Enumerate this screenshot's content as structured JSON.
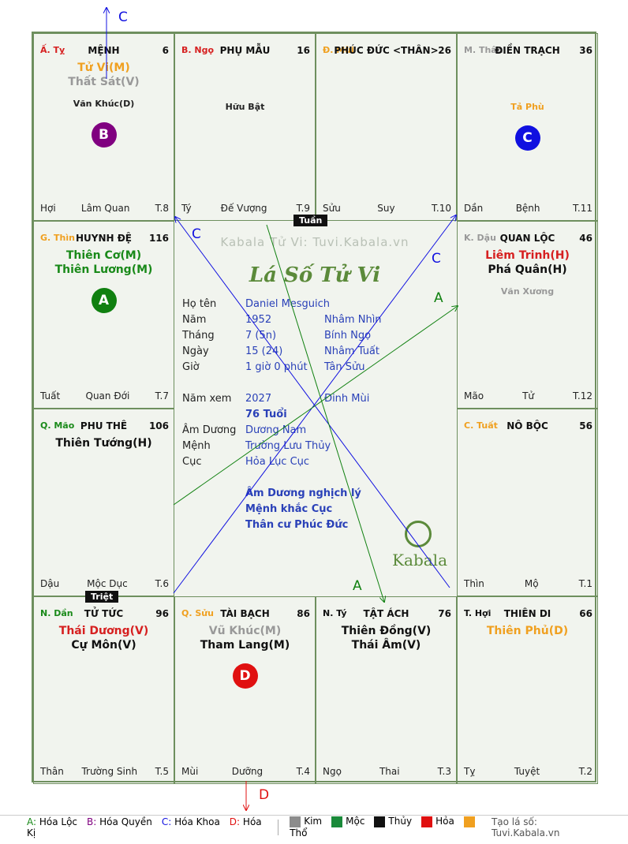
{
  "palaces": [
    {
      "can": "Ấ. Tỵ",
      "can_color": "#d62020",
      "name": "MỆNH",
      "num": "6",
      "stars": [
        {
          "t": "Tử Vi(M)",
          "c": "#f0a020"
        },
        {
          "t": "Thất Sát(V)",
          "c": "#999999"
        }
      ],
      "minor": "Văn Khúc(D)",
      "minor_color": "#222222",
      "badge": "B",
      "badge_color": "#800080",
      "foot": [
        "Hợi",
        "Lâm Quan",
        "T.8"
      ]
    },
    {
      "can": "B. Ngọ",
      "can_color": "#d62020",
      "name": "PHỤ MẪU",
      "num": "16",
      "stars": [],
      "minor": "Hữu Bật",
      "minor_color": "#222222",
      "badge": "",
      "badge_color": "",
      "foot": [
        "Tý",
        "Đế Vượng",
        "T.9"
      ]
    },
    {
      "can": "Đ. Mùi",
      "can_color": "#f0a020",
      "name": "PHÚC ĐỨC <THÂN>",
      "num": "26",
      "stars": [],
      "minor": "",
      "minor_color": "#222222",
      "badge": "",
      "badge_color": "",
      "foot": [
        "Sửu",
        "Suy",
        "T.10"
      ]
    },
    {
      "can": "M. Thân",
      "can_color": "#999999",
      "name": "ĐIỀN TRẠCH",
      "num": "36",
      "stars": [],
      "minor": "Tả Phù",
      "minor_color": "#f0a020",
      "badge": "C",
      "badge_color": "#1010e0",
      "foot": [
        "Dần",
        "Bệnh",
        "T.11"
      ]
    },
    {
      "can": "G. Thìn",
      "can_color": "#f0a020",
      "name": "HUYNH ĐỆ",
      "num": "116",
      "stars": [
        {
          "t": "Thiên Cơ(M)",
          "c": "#1a8a1a"
        },
        {
          "t": "Thiên Lương(M)",
          "c": "#1a8a1a"
        }
      ],
      "minor": "",
      "minor_color": "#222222",
      "badge": "A",
      "badge_color": "#108010",
      "foot": [
        "Tuất",
        "Quan Đới",
        "T.7"
      ]
    },
    {
      "can": "K. Dậu",
      "can_color": "#999999",
      "name": "QUAN LỘC",
      "num": "46",
      "stars": [
        {
          "t": "Liêm Trinh(H)",
          "c": "#d62020"
        },
        {
          "t": "Phá Quân(H)",
          "c": "#111111"
        }
      ],
      "minor": "Văn Xương",
      "minor_color": "#999999",
      "badge": "",
      "badge_color": "",
      "foot": [
        "Mão",
        "Tử",
        "T.12"
      ]
    },
    {
      "can": "Q. Mão",
      "can_color": "#1a8a1a",
      "name": "PHU THÊ",
      "num": "106",
      "stars": [
        {
          "t": "Thiên Tướng(H)",
          "c": "#111111"
        }
      ],
      "minor": "",
      "minor_color": "#222222",
      "badge": "",
      "badge_color": "",
      "foot": [
        "Dậu",
        "Mộc Dục",
        "T.6"
      ]
    },
    {
      "can": "C. Tuất",
      "can_color": "#f0a020",
      "name": "NÔ BỘC",
      "num": "56",
      "stars": [],
      "minor": "",
      "minor_color": "#222222",
      "badge": "",
      "badge_color": "",
      "foot": [
        "Thìn",
        "Mộ",
        "T.1"
      ]
    },
    {
      "can": "N. Dần",
      "can_color": "#1a8a1a",
      "name": "TỬ TỨC",
      "num": "96",
      "stars": [
        {
          "t": "Thái Dương(V)",
          "c": "#d62020"
        },
        {
          "t": "Cự Môn(V)",
          "c": "#111111"
        }
      ],
      "minor": "",
      "minor_color": "#222222",
      "badge": "",
      "badge_color": "",
      "foot": [
        "Thân",
        "Trường Sinh",
        "T.5"
      ]
    },
    {
      "can": "Q. Sửu",
      "can_color": "#f0a020",
      "name": "TÀI BẠCH",
      "num": "86",
      "stars": [
        {
          "t": "Vũ Khúc(M)",
          "c": "#999999"
        },
        {
          "t": "Tham Lang(M)",
          "c": "#111111"
        }
      ],
      "minor": "",
      "minor_color": "#222222",
      "badge": "D",
      "badge_color": "#e01010",
      "foot": [
        "Mùi",
        "Dưỡng",
        "T.4"
      ]
    },
    {
      "can": "N. Tý",
      "can_color": "#111111",
      "name": "TẬT ÁCH",
      "num": "76",
      "stars": [
        {
          "t": "Thiên Đồng(V)",
          "c": "#111111"
        },
        {
          "t": "Thái Âm(V)",
          "c": "#111111"
        }
      ],
      "minor": "",
      "minor_color": "#222222",
      "badge": "",
      "badge_color": "",
      "foot": [
        "Ngọ",
        "Thai",
        "T.3"
      ]
    },
    {
      "can": "T. Hợi",
      "can_color": "#111111",
      "name": "THIÊN DI",
      "num": "66",
      "stars": [
        {
          "t": "Thiên Phủ(D)",
          "c": "#f0a020"
        }
      ],
      "minor": "",
      "minor_color": "#222222",
      "badge": "",
      "badge_color": "",
      "foot": [
        "Tỵ",
        "Tuyệt",
        "T.2"
      ]
    }
  ],
  "tags": {
    "tuan": "Tuần",
    "triet": "Triệt"
  },
  "center": {
    "watermark": "Kabala Tử Vi: Tuvi.Kabala.vn",
    "title": "Lá Số Tử Vi",
    "rows": [
      {
        "label": "Họ tên",
        "v1": "Daniel Mesguich",
        "v2": ""
      },
      {
        "label": "Năm",
        "v1": "1952",
        "v2": "Nhâm Nhìn"
      },
      {
        "label": "Tháng",
        "v1": "7  (5n)",
        "v2": "Bính Ngọ"
      },
      {
        "label": "Ngày",
        "v1": "15  (24)",
        "v2": "Nhâm Tuất"
      },
      {
        "label": "Giờ",
        "v1": "1 giờ 0 phút",
        "v2": "Tân Sửu"
      },
      {
        "label": "",
        "v1": "",
        "v2": ""
      },
      {
        "label": "Năm xem",
        "v1": "2027",
        "v2": "Đinh Mùi"
      },
      {
        "label": "",
        "v1": "76 Tuổi",
        "v2": ""
      },
      {
        "label": "Âm Dương",
        "v1": "Dương Nam",
        "v2": ""
      },
      {
        "label": "Mệnh",
        "v1": "Trường Lưu Thủy",
        "v2": ""
      },
      {
        "label": "Cục",
        "v1": "Hỏa Lục Cục",
        "v2": ""
      }
    ],
    "notes": [
      "Âm Dương nghịch lý",
      "Mệnh khắc Cục",
      "Thân cư Phúc Đức"
    ],
    "brand": "Kabala"
  },
  "line_labels": {
    "a1": "A",
    "a2": "A",
    "c1": "C",
    "c2": "C",
    "c3": "C",
    "d1": "D"
  },
  "legend": {
    "items": [
      {
        "k": "A:",
        "t": "Hóa Lộc",
        "c": "#1a8a1a"
      },
      {
        "k": "B:",
        "t": "Hóa Quyền",
        "c": "#800080"
      },
      {
        "k": "C:",
        "t": "Hóa Khoa",
        "c": "#1010e0"
      },
      {
        "k": "D:",
        "t": "Hóa Kị",
        "c": "#e01010"
      }
    ],
    "elements": [
      {
        "t": "Kim",
        "c": "#8c8c8c"
      },
      {
        "t": "Mộc",
        "c": "#1a8a3a"
      },
      {
        "t": "Thủy",
        "c": "#111111"
      },
      {
        "t": "Hỏa",
        "c": "#e01010"
      },
      {
        "t": "Thổ",
        "c": "#f0a020"
      }
    ],
    "site": "Tạo lá số: Tuvi.Kabala.vn"
  }
}
